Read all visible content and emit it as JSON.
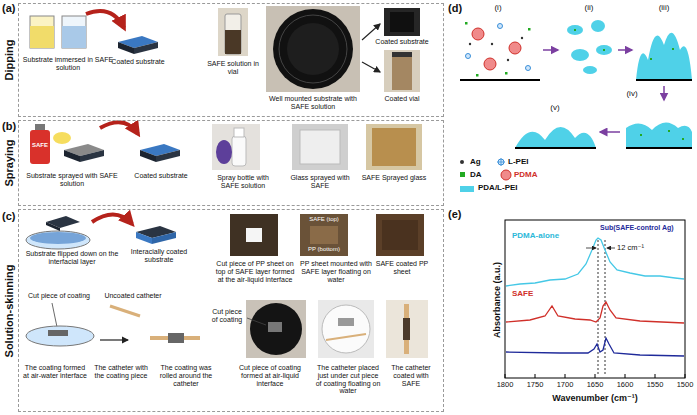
{
  "diagram": {
    "nodes": [
      {
        "text": [
          "Dipping"
        ]
      },
      {
        "text": [
          "Spraying"
        ]
      },
      {
        "text": [
          "Solution-skinning"
        ]
      }
    ],
    "labels": [
      "(a)",
      "(b)",
      "(c)",
      "(d)",
      "(e)",
      "Substrate immersed in SAFE solution",
      "Coated substrate",
      "SAFE solution in vial",
      "Well mounted substrate with SAFE solution",
      "Coated substrate",
      "Coated vial",
      "SAFE",
      "Substrate sprayed with SAFE solution",
      "Coated substrate",
      "Spray bottle with SAFE solution",
      "Glass sprayed with SAFE",
      "SAFE Sprayed glass",
      "Substrate flipped down on the interfacial layer",
      "Interacially coated substrate",
      "Cut piece of PP sheet on top of SAFE layer formed at the air-liquid interface",
      "SAFE (top)",
      "PP (bottom)",
      "PP sheet mounted with SAFE layer floating on water",
      "SAFE coated PP sheet",
      "Cut piece of coating",
      "Uncoated catheter",
      "The coating formed at air-water interface",
      "The catheter with the coating piece",
      "The coating was rolled around the catheter",
      "Cut piece of coating",
      "Cut piece of coating formed at air-liquid interface",
      "The catheter placed just under cut piece of coating floating on water",
      "The catheter coated with SAFE",
      "(i)",
      "(ii)",
      "(iii)",
      "(iv)",
      "(v)",
      "PDMA-alone",
      "SAFE",
      "Sub(SAFE-control Ag)",
      "12 cm⁻¹",
      "1800",
      "1750",
      "1700",
      "1650",
      "1600",
      "1550",
      "1500",
      "Wavenumber (cm⁻¹)",
      "Absorbance (a.u.)"
    ],
    "legend": [
      {
        "text": "Ag",
        "color": "#333333"
      },
      {
        "text": "L-PEI"
      },
      {
        "text": "DA",
        "color": "#22aa22"
      },
      {
        "text": "PDMA"
      },
      {
        "text": "PDA/L-PEI",
        "color": "#4fd1e8"
      }
    ]
  }
}
